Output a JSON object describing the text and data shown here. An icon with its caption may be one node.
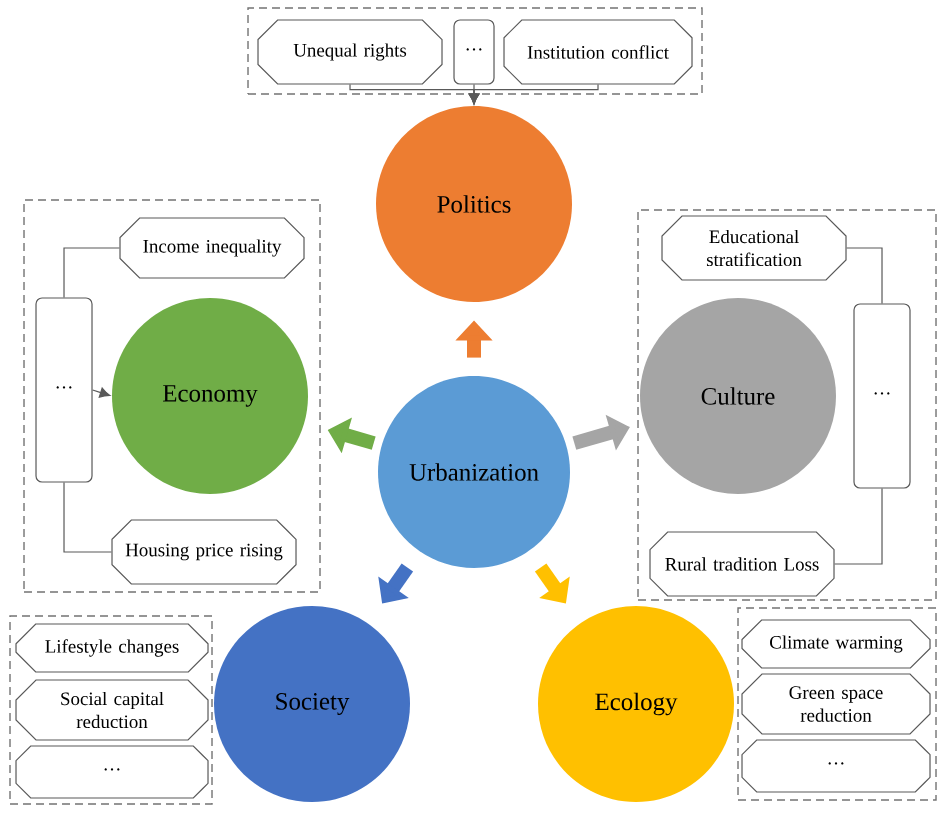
{
  "diagram": {
    "nodes": [
      {
        "text": [
          "Urbanization"
        ]
      },
      {
        "text": [],
        "shape": "box"
      },
      {
        "text": [
          "Unequal rights"
        ],
        "in": 1
      },
      {
        "text": [
          "···"
        ],
        "in": 1
      },
      {
        "text": [
          "Institution conflict"
        ],
        "in": 1
      },
      {
        "text": [
          "Politics"
        ]
      },
      {
        "text": [],
        "shape": "box"
      },
      {
        "text": [
          "Income inequality"
        ],
        "in": 6
      },
      {
        "text": [
          "···"
        ],
        "in": 6
      },
      {
        "text": [
          "Economy"
        ],
        "in": 6
      },
      {
        "text": [
          "Housing price rising"
        ],
        "in": 6
      },
      {
        "text": [],
        "shape": "box"
      },
      {
        "text": [
          "Educational stratification"
        ],
        "in": 11
      },
      {
        "text": [
          "Culture"
        ],
        "in": 11
      },
      {
        "text": [
          "···"
        ],
        "in": 11
      },
      {
        "text": [
          "Rural tradition Loss"
        ],
        "in": 11
      },
      {
        "text": [],
        "shape": "box"
      },
      {
        "text": [
          "Lifestyle changes"
        ],
        "in": 16
      },
      {
        "text": [
          "Social capital reduction"
        ],
        "in": 16
      },
      {
        "text": [
          "···"
        ],
        "in": 16
      },
      {
        "text": [
          "Society"
        ]
      },
      {
        "text": [
          "Ecology"
        ]
      },
      {
        "text": [],
        "shape": "box"
      },
      {
        "text": [
          "Climate warming"
        ],
        "in": 22
      },
      {
        "text": [
          "Green space reduction"
        ],
        "in": 22
      },
      {
        "text": [
          "···"
        ],
        "in": 22
      }
    ],
    "edges": [
      {
        "from": 0,
        "to": 5,
        "arrow": "to",
        "style": "thick",
        "color": "#ed7d31"
      },
      {
        "from": 0,
        "to": 9,
        "arrow": "to",
        "style": "thick",
        "color": "#70ad47"
      },
      {
        "from": 0,
        "to": 13,
        "arrow": "to",
        "style": "thick",
        "color": "#a5a5a5"
      },
      {
        "from": 0,
        "to": 20,
        "arrow": "to",
        "style": "thick",
        "color": "#4472c4"
      },
      {
        "from": 0,
        "to": 21,
        "arrow": "to",
        "style": "thick",
        "color": "#ffc000"
      },
      {
        "from": 2,
        "to": 5,
        "arrow": "to"
      },
      {
        "from": 3,
        "to": 5,
        "arrow": "to"
      },
      {
        "from": 4,
        "to": 5,
        "arrow": "to"
      },
      {
        "from": 7,
        "to": 8,
        "arrow": "none"
      },
      {
        "from": 10,
        "to": 8,
        "arrow": "none"
      },
      {
        "from": 8,
        "to": 9,
        "arrow": "to"
      },
      {
        "from": 12,
        "to": 14,
        "arrow": "none"
      },
      {
        "from": 15,
        "to": 14,
        "arrow": "none"
      }
    ]
  }
}
